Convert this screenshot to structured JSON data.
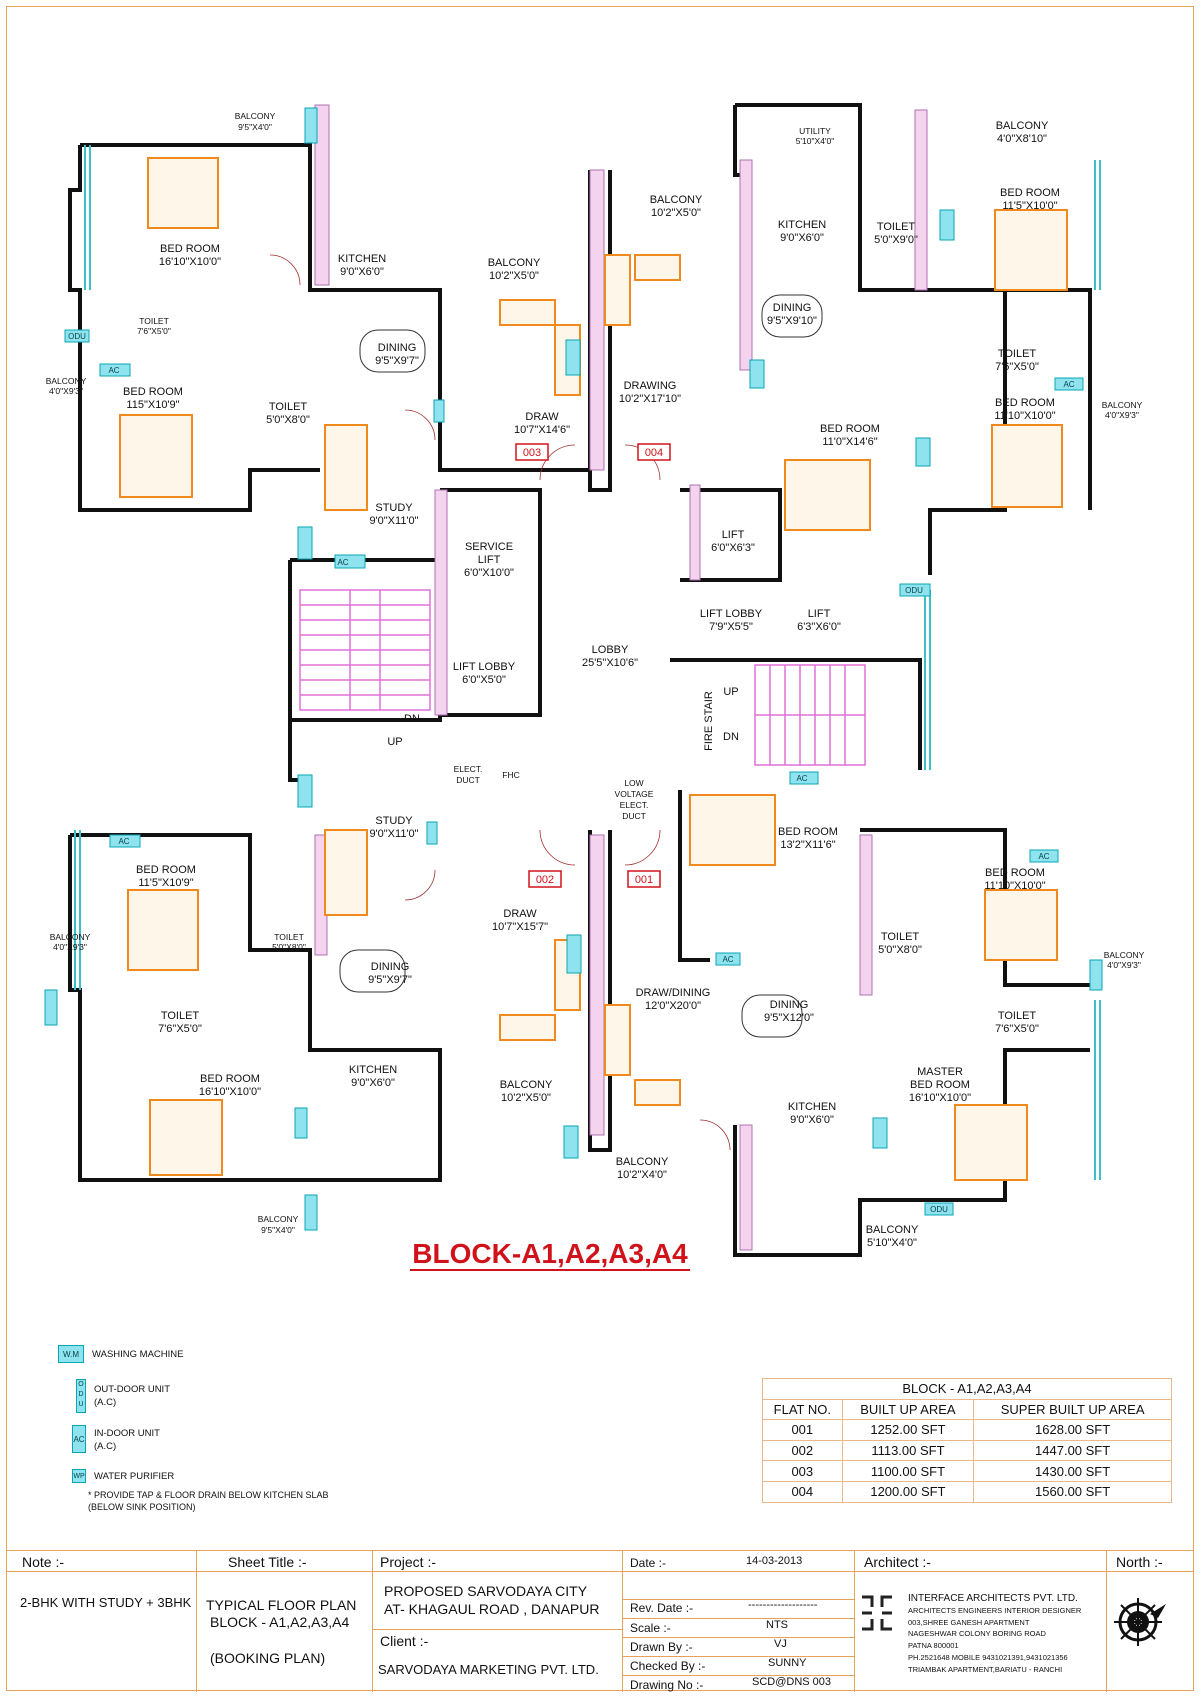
{
  "rooms": {
    "a1_balcony_top": "BALCONY",
    "a1_balcony_top_size": "9'5\"X4'0\"",
    "a1_bedroom": "BED ROOM",
    "a1_bedroom_size": "16'10\"X10'0\"",
    "a1_kitchen": "KITCHEN",
    "a1_kitchen_size": "9'0\"X6'0\"",
    "a1_balcony_mid": "BALCONY",
    "a1_balcony_mid_size": "10'2\"X5'0\"",
    "a1_toilet_small": "TOILET",
    "a1_toilet_small_size": "7'6\"X5'0\"",
    "a1_dining": "DINING",
    "a1_dining_size": "9'5\"X9'7\"",
    "a1_balcony_side": "BALCONY",
    "a1_balcony_side_size": "4'0\"X9'3\"",
    "a1_bedroom2": "BED ROOM",
    "a1_bedroom2_size": "115\"X10'9\"",
    "a1_toilet": "TOILET",
    "a1_toilet_size": "5'0\"X8'0\"",
    "a1_draw": "DRAW",
    "a1_draw_size": "10'7\"X14'6\"",
    "a1_study": "STUDY",
    "a1_study_size": "9'0\"X11'0\"",
    "b_balcony": "BALCONY",
    "b_balcony_size": "10'2\"X5'0\"",
    "b_utility": "UTILITY",
    "b_utility_size": "5'10\"X4'0\"",
    "b_balcony_corner": "BALCONY",
    "b_balcony_corner_size": "4'0\"X8'10\"",
    "b_kitchen": "KITCHEN",
    "b_kitchen_size": "9'0\"X6'0\"",
    "b_toilet": "TOILET",
    "b_toilet_size": "5'0\"X9'0\"",
    "b_bedroom": "BED ROOM",
    "b_bedroom_size": "11'5\"X10'0\"",
    "b_dining": "DINING",
    "b_dining_size": "9'5\"X9'10\"",
    "b_drawing": "DRAWING",
    "b_drawing_size": "10'2\"X17'10\"",
    "b_toilet2": "TOILET",
    "b_toilet2_size": "7'6\"X5'0\"",
    "b_balcony_side": "BALCONY",
    "b_balcony_side_size": "4'0\"X9'3\"",
    "b_bedroom_center": "BED ROOM",
    "b_bedroom_center_size": "11'0\"X14'6\"",
    "b_bedroom2": "BED ROOM",
    "b_bedroom2_size": "11'10\"X10'0\"",
    "service_lift": "SERVICE",
    "service_lift_2": "LIFT",
    "service_lift_size": "6'0\"X10'0\"",
    "lift1": "LIFT",
    "lift1_size": "6'0\"X6'3\"",
    "lift_lobby_r": "LIFT LOBBY",
    "lift_lobby_r_size": "7'9\"X5'5\"",
    "lift2": "LIFT",
    "lift2_size": "6'3\"X6'0\"",
    "lobby": "LOBBY",
    "lobby_size": "25'5\"X10'6\"",
    "lift_lobby_l": "LIFT LOBBY",
    "lift_lobby_l_size": "6'0\"X5'0\"",
    "dn": "DN",
    "up": "UP",
    "fire_stair": "FIRE STAIR",
    "fs_up": "UP",
    "fs_dn": "DN",
    "elect_duct": "ELECT.",
    "elect_duct_2": "DUCT",
    "fhc": "FHC",
    "lv_duct_1": "LOW",
    "lv_duct_2": "VOLTAGE",
    "lv_duct_3": "ELECT.",
    "lv_duct_4": "DUCT",
    "c_study": "STUDY",
    "c_study_size": "9'0\"X11'0\"",
    "c_bedroom": "BED ROOM",
    "c_bedroom_size": "11'5\"X10'9\"",
    "c_balcony_side": "BALCONY",
    "c_balcony_side_size": "4'0\"X9'3\"",
    "c_toilet_small": "TOILET",
    "c_toilet_small_size": "5'0\"X8'0\"",
    "c_dining": "DINING",
    "c_dining_size": "9'5\"X9'7\"",
    "c_draw": "DRAW",
    "c_draw_size": "10'7\"X15'7\"",
    "c_toilet": "TOILET",
    "c_toilet_size": "7'6\"X5'0\"",
    "c_bedroom2": "BED ROOM",
    "c_bedroom2_size": "16'10\"X10'0\"",
    "c_kitchen": "KITCHEN",
    "c_kitchen_size": "9'0\"X6'0\"",
    "c_balcony_mid": "BALCONY",
    "c_balcony_mid_size": "10'2\"X5'0\"",
    "c_balcony_bottom": "BALCONY",
    "c_balcony_bottom_size": "9'5\"X4'0\"",
    "d_bedroom": "BED ROOM",
    "d_bedroom_size": "13'2\"X11'6\"",
    "d_bedroom2": "BED ROOM",
    "d_bedroom2_size": "11'10\"X10'0\"",
    "d_toilet": "TOILET",
    "d_toilet_size": "5'0\"X8'0\"",
    "d_balcony_side": "BALCONY",
    "d_balcony_side_size": "4'0\"X9'3\"",
    "d_draw_dining": "DRAW/DINING",
    "d_draw_dining_size": "12'0\"X20'0\"",
    "d_dining": "DINING",
    "d_dining_size": "9'5\"X12'0\"",
    "d_toilet2": "TOILET",
    "d_toilet2_size": "7'6\"X5'0\"",
    "d_master_1": "MASTER",
    "d_master_2": "BED ROOM",
    "d_master_size": "16'10\"X10'0\"",
    "d_kitchen": "KITCHEN",
    "d_kitchen_size": "9'0\"X6'0\"",
    "d_balcony": "BALCONY",
    "d_balcony_size": "10'2\"X4'0\"",
    "d_balcony2": "BALCONY",
    "d_balcony2_size": "5'10\"X4'0\""
  },
  "flat_tags": {
    "f003": "003",
    "f004": "004",
    "f002": "002",
    "f001": "001"
  },
  "fixtures": {
    "ac": "AC",
    "odu": "ODU",
    "wm": "W.M",
    "wm2": "W-M",
    "wp": "WP"
  },
  "block_title": "BLOCK-A1,A2,A3,A4",
  "legend": {
    "wm_sym": "W.M",
    "wm_label": "WASHING MACHINE",
    "odu_sym": "O D U",
    "odu_label_1": "OUT-DOOR UNIT",
    "odu_label_2": "(A.C)",
    "ac_sym": "AC",
    "ac_label_1": "IN-DOOR UNIT",
    "ac_label_2": "(A.C)",
    "wp_sym": "WP",
    "wp_label": "WATER PURIFIER",
    "note_1": "* PROVIDE TAP & FLOOR DRAIN BELOW KITCHEN SLAB",
    "note_2": "(BELOW SINK POSITION)"
  },
  "area_table": {
    "caption": "BLOCK - A1,A2,A3,A4",
    "headers": [
      "FLAT NO.",
      "BUILT UP AREA",
      "SUPER BUILT UP AREA"
    ],
    "rows": [
      [
        "001",
        "1252.00 SFT",
        "1628.00 SFT"
      ],
      [
        "002",
        "1113.00 SFT",
        "1447.00 SFT"
      ],
      [
        "003",
        "1100.00 SFT",
        "1430.00 SFT"
      ],
      [
        "004",
        "1200.00 SFT",
        "1560.00 SFT"
      ]
    ]
  },
  "title_block": {
    "note_label": "Note :-",
    "note_value": "2-BHK WITH STUDY + 3BHK",
    "sheet_title_label": "Sheet Title :-",
    "sheet_title_1": "TYPICAL FLOOR PLAN",
    "sheet_title_2": "BLOCK - A1,A2,A3,A4",
    "sheet_title_3": "(BOOKING PLAN)",
    "project_label": "Project :-",
    "project_1": "PROPOSED SARVODAYA CITY",
    "project_2": "AT- KHAGAUL ROAD , DANAPUR",
    "client_label": "Client :-",
    "client_value": "SARVODAYA MARKETING PVT.  LTD.",
    "date_label": "Date :-",
    "date_value": "14-03-2013",
    "rev_label": "Rev. Date :-",
    "rev_value": "-------------------",
    "scale_label": "Scale :-",
    "scale_value": "NTS",
    "drawn_label": "Drawn By :-",
    "drawn_value": "VJ",
    "checked_label": "Checked By :-",
    "checked_value": "SUNNY",
    "drawing_no_label": "Drawing No :-",
    "drawing_no_value": "SCD@DNS 003",
    "architect_label": "Architect :-",
    "architect_firm": "INTERFACE ARCHITECTS PVT. LTD.",
    "architect_line_1": "ARCHITECTS ENGINEERS INTERIOR DESIGNER",
    "architect_line_2": "003,SHREE GANESH APARTMENT",
    "architect_line_3": "NAGESHWAR COLONY BORING ROAD",
    "architect_line_4": "PATNA       800001",
    "architect_line_5": "PH.2521648 MOBILE 9431021391,9431021356",
    "architect_line_6": "TRIAMBAK  APARTMENT,BARIATU - RANCHI",
    "north_label": "North :-"
  },
  "colors": {
    "wall": "#111111",
    "furniture": "#f08a1c",
    "stair": "#e070d8",
    "fixture_fill": "#8fe3ef",
    "flat_tag": "#d0121b",
    "sheet_border": "#e8a15b"
  }
}
